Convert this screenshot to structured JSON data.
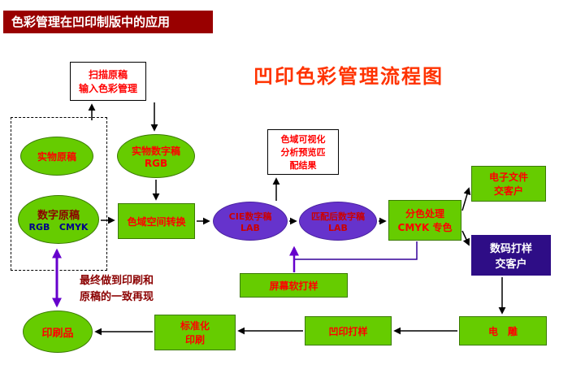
{
  "banner": {
    "title": "色彩管理在凹印制版中的应用"
  },
  "diagram_title": "凹印色彩管理流程图",
  "nodes": {
    "scan_input": {
      "line1": "扫描原稿",
      "line2": "输入色彩管理"
    },
    "physical_original": {
      "label": "实物原稿"
    },
    "physical_digital": {
      "line1": "实物数字稿",
      "line2": "RGB"
    },
    "digital_original": {
      "line1": "数字原稿",
      "line2": "RGB   CMYK"
    },
    "gamut_conversion": {
      "label": "色域空间转换"
    },
    "gamut_visualization": {
      "line1": "色域可视化",
      "line2": "分析预览匹",
      "line3": "配结果"
    },
    "cie_digital": {
      "line1": "CIE数字稿",
      "line2": "LAB"
    },
    "matched_digital": {
      "line1": "匹配后数字稿",
      "line2": "LAB"
    },
    "color_separation": {
      "line1": "分色处理",
      "line2": "CMYK 专色"
    },
    "electronic_file": {
      "line1": "电子文件",
      "line2": "交客户"
    },
    "digital_proof": {
      "line1": "数码打样",
      "line2": "交客户"
    },
    "screen_soft_proof": {
      "label": "屏幕软打样"
    },
    "consistency_note": {
      "line1": "最终做到印刷和",
      "line2": "原稿的一致再现"
    },
    "printed_product": {
      "label": "印刷品"
    },
    "standardized_printing": {
      "line1": "标准化",
      "line2": "印刷"
    },
    "gravure_proof": {
      "label": "凹印打样"
    },
    "electronic_engraving": {
      "label": "电　雕"
    }
  },
  "colors": {
    "banner_bg": "#990000",
    "title_red": "#FF3300",
    "node_green": "#66CC00",
    "node_purple": "#6633CC",
    "node_navy": "#2E0D86",
    "label_red": "#FF0000",
    "arrow_purple": "#6600CC"
  }
}
